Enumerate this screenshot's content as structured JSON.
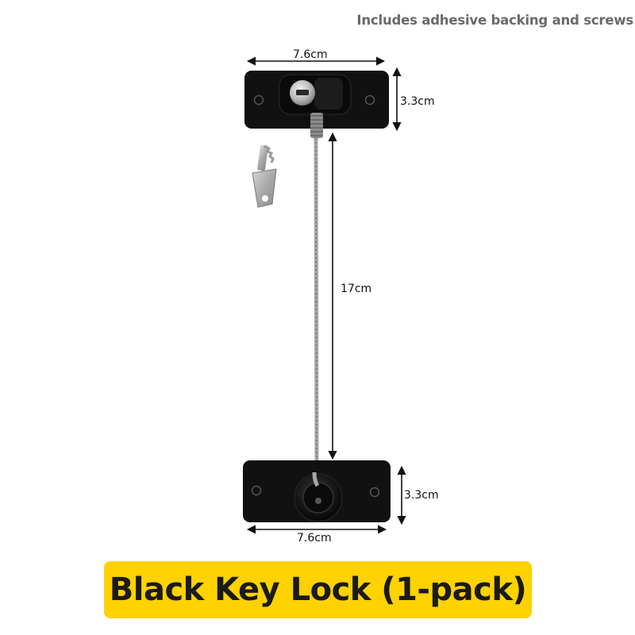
{
  "note": "Includes adhesive backing and screws",
  "dimensions": {
    "top_width": "7.6cm",
    "top_height": "3.3cm",
    "cable_length": "17cm",
    "bottom_height": "3.3cm",
    "bottom_width": "7.6cm"
  },
  "banner": "Black Key Lock (1-pack)",
  "colors": {
    "banner_bg": "#ffd200",
    "plate": "#111111",
    "cable": "#9a9a9a"
  }
}
